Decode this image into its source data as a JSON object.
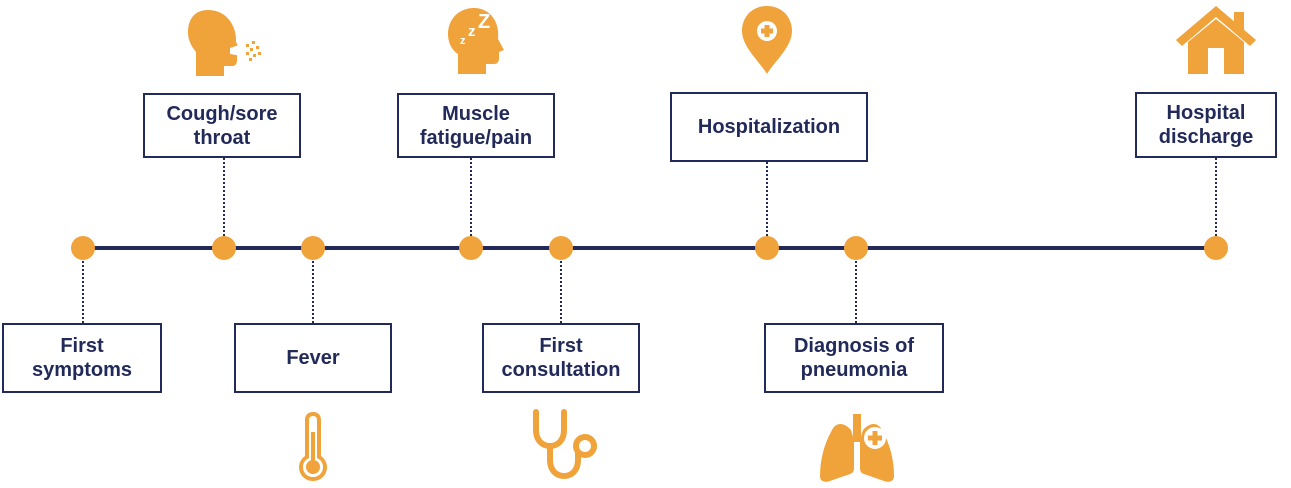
{
  "colors": {
    "navy": "#222a5a",
    "orange": "#f0a33b"
  },
  "events": [
    {
      "id": "first-symptoms",
      "line1": "First",
      "line2": "symptoms"
    },
    {
      "id": "cough",
      "line1": "Cough/sore",
      "line2": "throat",
      "icon": "coughing-head-icon"
    },
    {
      "id": "fever",
      "line1": "Fever",
      "line2": "",
      "icon": "thermometer-icon"
    },
    {
      "id": "muscle",
      "line1": "Muscle",
      "line2": "fatigue/pain",
      "icon": "sleeping-head-icon"
    },
    {
      "id": "first-consultation",
      "line1": "First",
      "line2": "consultation",
      "icon": "stethoscope-icon"
    },
    {
      "id": "hospitalization",
      "line1": "Hospitalization",
      "line2": "",
      "icon": "location-pin-cross-icon"
    },
    {
      "id": "diagnosis",
      "line1": "Diagnosis of",
      "line2": "pneumonia",
      "icon": "lungs-icon"
    },
    {
      "id": "discharge",
      "line1": "Hospital",
      "line2": "discharge",
      "icon": "house-icon"
    }
  ]
}
